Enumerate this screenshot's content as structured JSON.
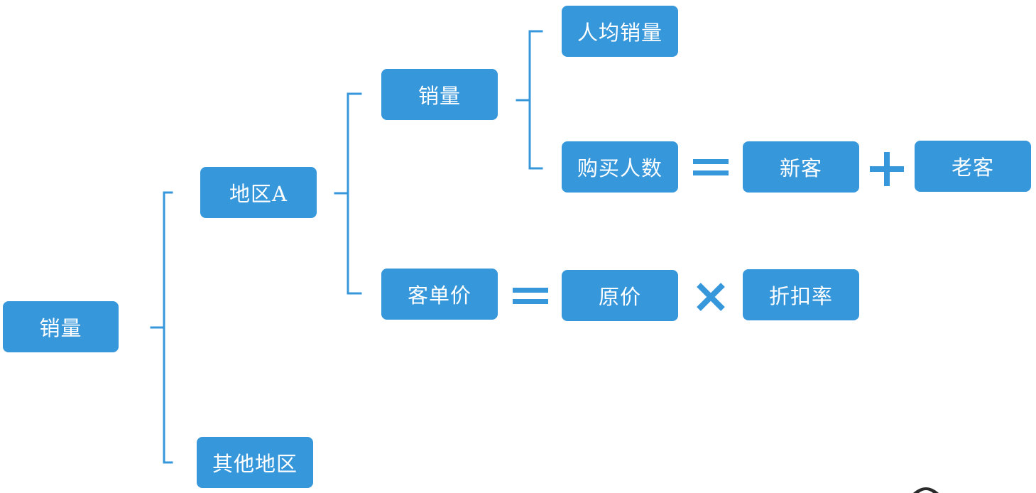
{
  "nodes": {
    "root": "销量",
    "region_a": "地区A",
    "other_regions": "其他地区",
    "sales": "销量",
    "unit_price": "客单价",
    "avg_sales": "人均销量",
    "buyers": "购买人数",
    "new_customers": "新客",
    "old_customers": "老客",
    "original_price": "原价",
    "discount_rate": "折扣率"
  },
  "operators": [
    "=",
    "+",
    "=",
    "×"
  ],
  "colors": {
    "node_fill": "#3797db",
    "line": "#3797db",
    "text": "#ffffff"
  }
}
